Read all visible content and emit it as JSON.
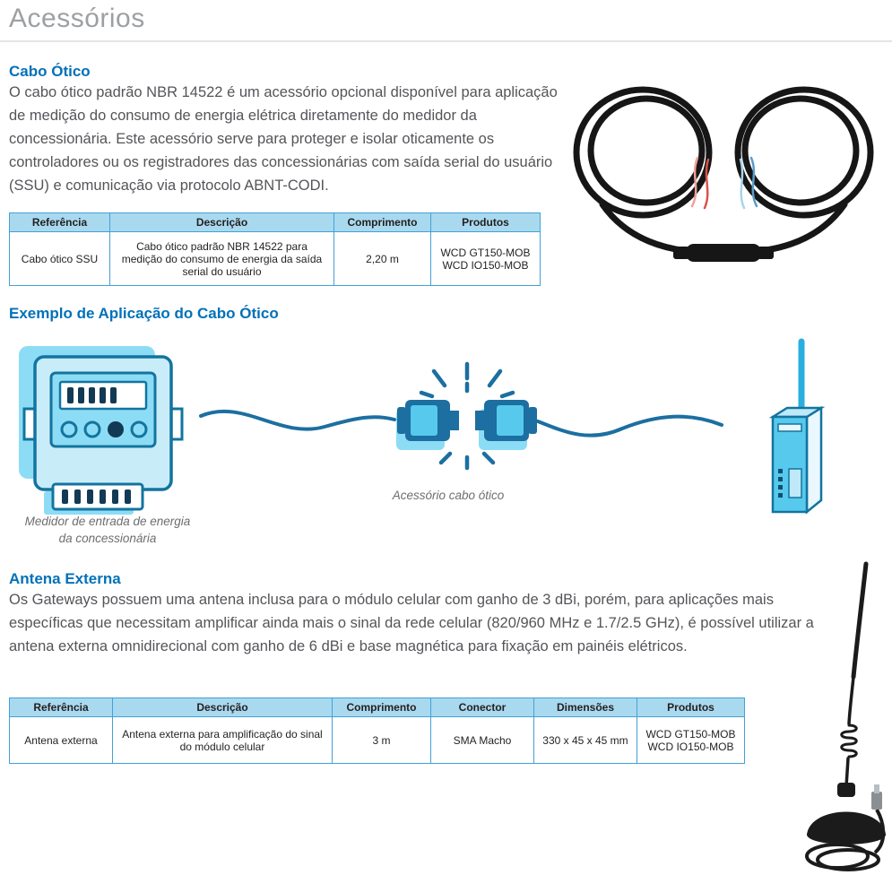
{
  "page": {
    "title": "Acessórios"
  },
  "colors": {
    "accent_blue": "#0071b9",
    "table_header_bg": "#a9d9ef",
    "table_border": "#44a0d6",
    "illustration_dark_blue": "#12749f",
    "illustration_light_blue": "#8ddcf5"
  },
  "cabo_otico": {
    "heading": "Cabo Ótico",
    "paragraph": "O cabo ótico padrão NBR 14522 é um acessório opcional disponível para aplicação de medição do consumo de energia elétrica diretamente do medidor da concessionária. Este acessório serve para proteger e isolar oticamente os controladores ou os registradores das concessionárias com saída serial do usuário (SSU) e comunicação via protocolo ABNT-CODI.",
    "table": {
      "headers": [
        "Referência",
        "Descrição",
        "Comprimento",
        "Produtos"
      ],
      "rows": [
        [
          "Cabo ótico SSU",
          "Cabo ótico padrão NBR 14522 para medição do consumo de energia da saída serial do usuário",
          "2,20 m",
          "WCD GT150-MOB\nWCD IO150-MOB"
        ]
      ]
    }
  },
  "exemplo": {
    "heading": "Exemplo de Aplicação do Cabo Ótico",
    "meter_caption": "Medidor de entrada de energia\nda concessionária",
    "cable_caption": "Acessório cabo ótico"
  },
  "antena": {
    "heading": "Antena Externa",
    "paragraph": "Os Gateways possuem uma antena inclusa para o módulo celular com ganho de 3 dBi, porém, para aplicações mais específicas que necessitam amplificar ainda mais o sinal da rede celular (820/960 MHz e 1.7/2.5 GHz), é possível utilizar a antena externa omnidirecional com ganho de 6 dBi e base magnética para fixação em painéis elétricos.",
    "table": {
      "headers": [
        "Referência",
        "Descrição",
        "Comprimento",
        "Conector",
        "Dimensões",
        "Produtos"
      ],
      "rows": [
        [
          "Antena externa",
          "Antena externa para amplificação do sinal do módulo celular",
          "3 m",
          "SMA Macho",
          "330 x 45 x 45 mm",
          "WCD GT150-MOB\nWCD IO150-MOB"
        ]
      ]
    }
  }
}
